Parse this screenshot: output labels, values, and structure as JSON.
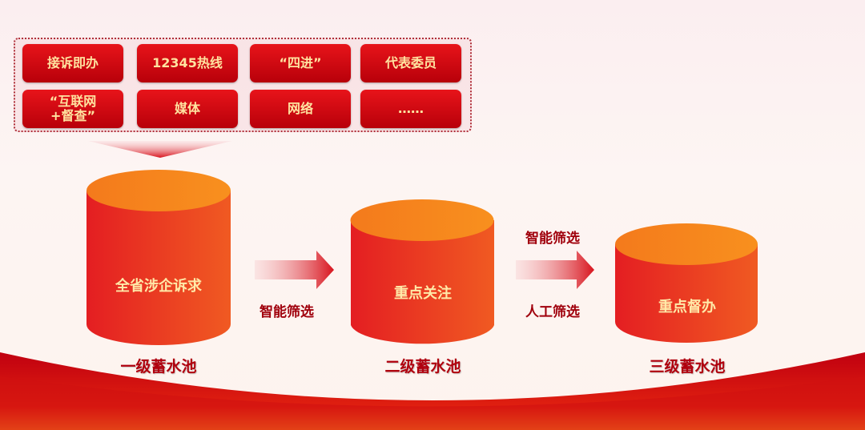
{
  "sources": [
    "接诉即办",
    "12345热线",
    "“四进”",
    "代表委员",
    "“互联网+督查”",
    "媒体",
    "网络",
    "……"
  ],
  "pools": [
    {
      "content": "全省涉企诉求",
      "label": "一级蓄水池"
    },
    {
      "content": "重点关注",
      "label": "二级蓄水池"
    },
    {
      "content": "重点督办",
      "label": "三级蓄水池"
    }
  ],
  "arrows": [
    {
      "labels": [
        "智能筛选"
      ]
    },
    {
      "labels": [
        "智能筛选",
        "人工筛选"
      ]
    }
  ],
  "colors": {
    "button": "#c8000e",
    "cylinder_top": "#f5841e",
    "cylinder_body": "#e8321e",
    "text_gold": "#ffe3a0",
    "label": "#b0000e"
  }
}
